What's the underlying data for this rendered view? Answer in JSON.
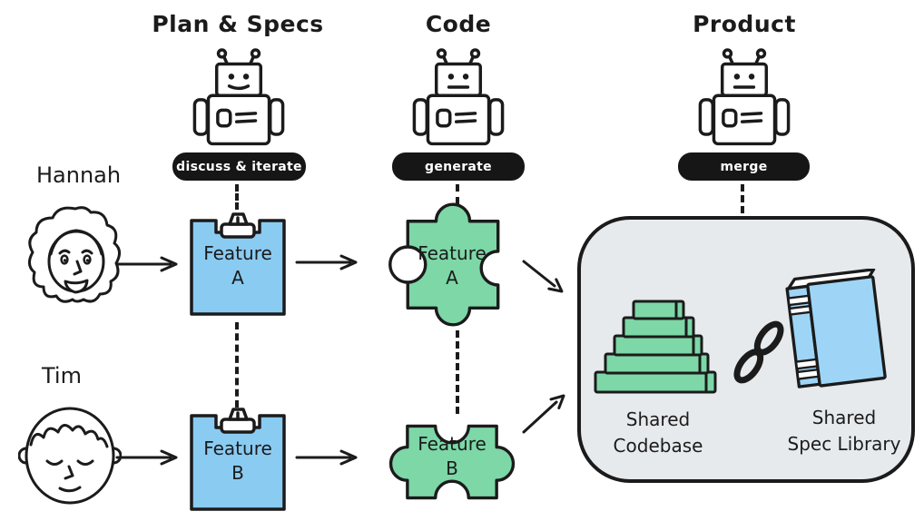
{
  "diagram": {
    "columns": [
      {
        "title": "Plan & Specs",
        "robot_icon": "robot-icon",
        "action_label": "discuss & iterate"
      },
      {
        "title": "Code",
        "robot_icon": "robot-icon",
        "action_label": "generate"
      },
      {
        "title": "Product",
        "robot_icon": "robot-icon",
        "action_label": "merge"
      }
    ],
    "people": [
      {
        "name": "Hannah",
        "icon": "woman-face-icon"
      },
      {
        "name": "Tim",
        "icon": "man-face-icon"
      }
    ],
    "specs": [
      {
        "icon": "clipboard-icon",
        "line1": "Feature",
        "line2": "A"
      },
      {
        "icon": "clipboard-icon",
        "line1": "Feature",
        "line2": "B"
      }
    ],
    "code_pieces": [
      {
        "icon": "puzzle-piece-icon",
        "line1": "Feature",
        "line2": "A"
      },
      {
        "icon": "puzzle-piece-icon",
        "line1": "Feature",
        "line2": "B"
      }
    ],
    "product_box": {
      "items": [
        {
          "icon": "stacked-layers-icon",
          "line1": "Shared",
          "line2": "Codebase"
        },
        {
          "icon": "book-icon",
          "line1": "Shared",
          "line2": "Spec Library"
        }
      ],
      "link_icon": "chain-link-icon"
    },
    "colors": {
      "spec_blue": "#8ACBF2",
      "code_green": "#7DD7A7",
      "book_blue": "#9ED5F7",
      "container_gray": "#E7EAED",
      "ink": "#1B1B1B",
      "pill_bg": "#161616",
      "pill_text": "#FFFFFF",
      "canvas_bg": "#FFFFFF"
    }
  }
}
